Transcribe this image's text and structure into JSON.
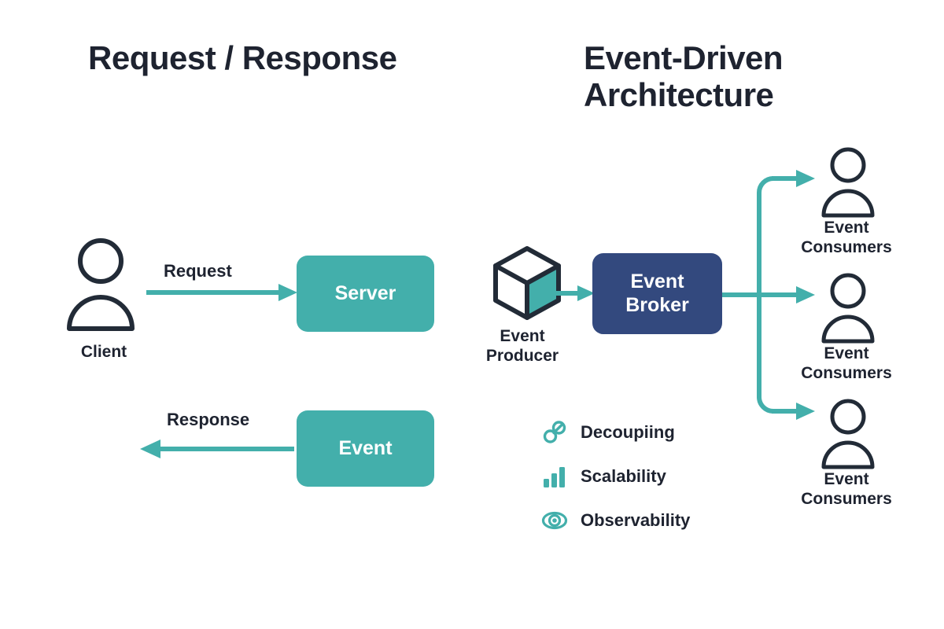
{
  "colors": {
    "teal": "#43afab",
    "navy": "#33497e",
    "ink": "#1e2330",
    "background": "#ffffff"
  },
  "titles": {
    "left": "Request / Response",
    "right": "Event-Driven\nArchitecture"
  },
  "request_response": {
    "client_label": "Client",
    "request_label": "Request",
    "response_label": "Response",
    "server_label": "Server",
    "event_label": "Event"
  },
  "event_driven": {
    "producer_label": "Event\nProducer",
    "broker_label": "Event\nBroker",
    "consumers": [
      {
        "label": "Event\nConsumers"
      },
      {
        "label": "Event\nConsumers"
      },
      {
        "label": "Event\nConsumers"
      }
    ],
    "features": [
      {
        "icon": "link-icon",
        "label": "Decoupiing"
      },
      {
        "icon": "bar-chart-icon",
        "label": "Scalability"
      },
      {
        "icon": "eye-icon",
        "label": "Observability"
      }
    ]
  }
}
